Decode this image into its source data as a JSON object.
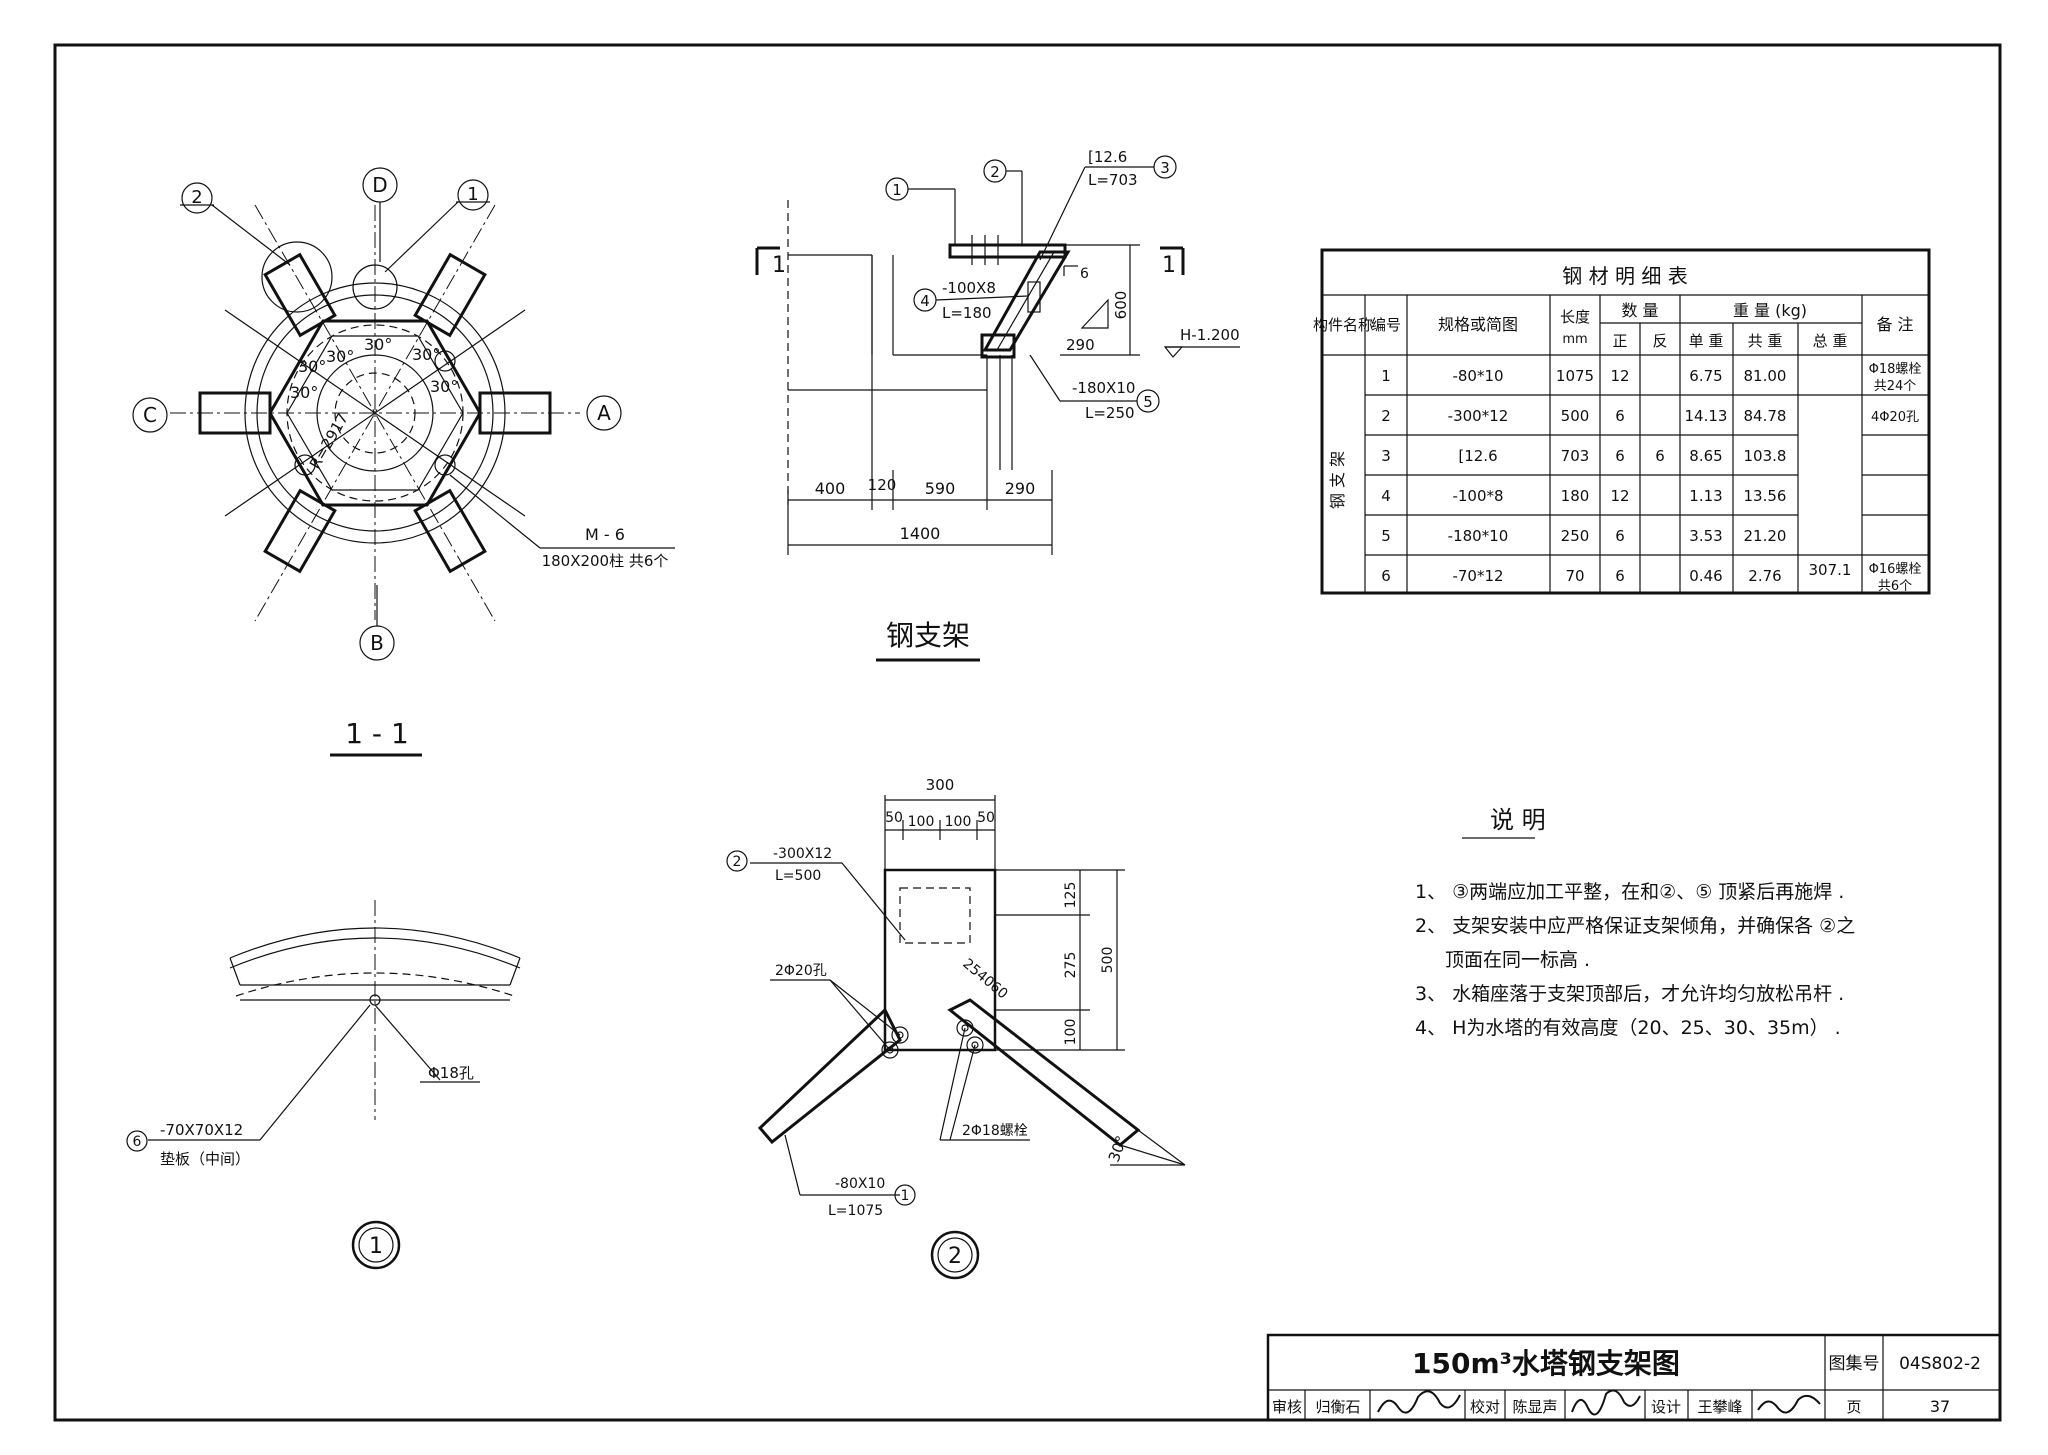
{
  "drawing": {
    "title": "150m³水塔钢支架图",
    "atlas_label": "图集号",
    "atlas_no": "04S802-2",
    "page_label": "页",
    "page_no": "37",
    "review_label": "审核",
    "reviewer": "归衡石",
    "check_label": "校对",
    "checker": "陈显声",
    "design_label": "设计",
    "designer": "王攀峰"
  },
  "view_1_1": {
    "title": "1 - 1",
    "axes": [
      "A",
      "B",
      "C",
      "D"
    ],
    "callout_1": "1",
    "callout_2": "2",
    "angle_label": "30°",
    "radius_label": "R=2917",
    "column_label": "M - 6",
    "column_note": "180X200柱 共6个"
  },
  "steel_support": {
    "title": "钢支架",
    "section_mark": "1",
    "item3_spec": "[12.6",
    "item3_len": "L=703",
    "item4_spec": "-100X8",
    "item4_len": "L=180",
    "item5_spec": "-180X10",
    "item5_len": "L=250",
    "weld": "6",
    "slope": "290",
    "height": "600",
    "elev": "H-1.200",
    "dims": [
      "400",
      "120",
      "590",
      "290"
    ],
    "total": "1400",
    "c1": "1",
    "c2": "2",
    "c3": "3",
    "c4": "4",
    "c5": "5"
  },
  "steel_table": {
    "title": "钢 材 明 细 表",
    "h_member": "构件名称",
    "h_no": "编号",
    "h_spec": "规格或简图",
    "h_len": "长度",
    "h_len_unit": "mm",
    "h_qty": "数 量",
    "h_pos": "正",
    "h_neg": "反",
    "h_weight": "重 量 (kg)",
    "h_unit_w": "单 重",
    "h_sum_w": "共 重",
    "h_total_w": "总 重",
    "h_note": "备 注",
    "member_name": "钢 支 架",
    "total_weight": "307.1",
    "rows": [
      {
        "no": "1",
        "spec": "-80*10",
        "len": "1075",
        "pos": "12",
        "neg": "",
        "unit": "6.75",
        "sum": "81.00",
        "note": "Φ18螺栓 共24个"
      },
      {
        "no": "2",
        "spec": "-300*12",
        "len": "500",
        "pos": "6",
        "neg": "",
        "unit": "14.13",
        "sum": "84.78",
        "note": "4Φ20孔"
      },
      {
        "no": "3",
        "spec": "[12.6",
        "len": "703",
        "pos": "6",
        "neg": "6",
        "unit": "8.65",
        "sum": "103.8",
        "note": ""
      },
      {
        "no": "4",
        "spec": "-100*8",
        "len": "180",
        "pos": "12",
        "neg": "",
        "unit": "1.13",
        "sum": "13.56",
        "note": ""
      },
      {
        "no": "5",
        "spec": "-180*10",
        "len": "250",
        "pos": "6",
        "neg": "",
        "unit": "3.53",
        "sum": "21.20",
        "note": ""
      },
      {
        "no": "6",
        "spec": "-70*12",
        "len": "70",
        "pos": "6",
        "neg": "",
        "unit": "0.46",
        "sum": "2.76",
        "note": "Φ16螺栓 共6个"
      }
    ]
  },
  "notes": {
    "title": "说 明",
    "items": [
      "1、 ③两端应加工平整，在和②、⑤ 顶紧后再施焊 .",
      "2、 支架安装中应严格保证支架倾角，并确保各 ②之",
      "顶面在同一标高 .",
      "3、 水箱座落于支架顶部后，才允许均匀放松吊杆 .",
      "4、 H为水塔的有效高度（20、25、30、35m） ."
    ]
  },
  "detail_1": {
    "label": "1",
    "hole": "Φ18孔",
    "pad_spec": "-70X70X12",
    "pad_name": "垫板（中间）",
    "callout": "6"
  },
  "detail_2": {
    "label": "2",
    "top": "300",
    "sub": [
      "50",
      "100",
      "100",
      "50"
    ],
    "v1": "125",
    "v2": "275",
    "v3": "100",
    "vtotal": "500",
    "plate_spec": "-300X12",
    "plate_len": "L=500",
    "holes": "2Φ20孔",
    "bolts": "2Φ18螺栓",
    "small_dims": "254060",
    "angle": "30°",
    "bar_spec": "-80X10",
    "bar_len": "L=1075",
    "c1": "1",
    "c2": "2"
  }
}
